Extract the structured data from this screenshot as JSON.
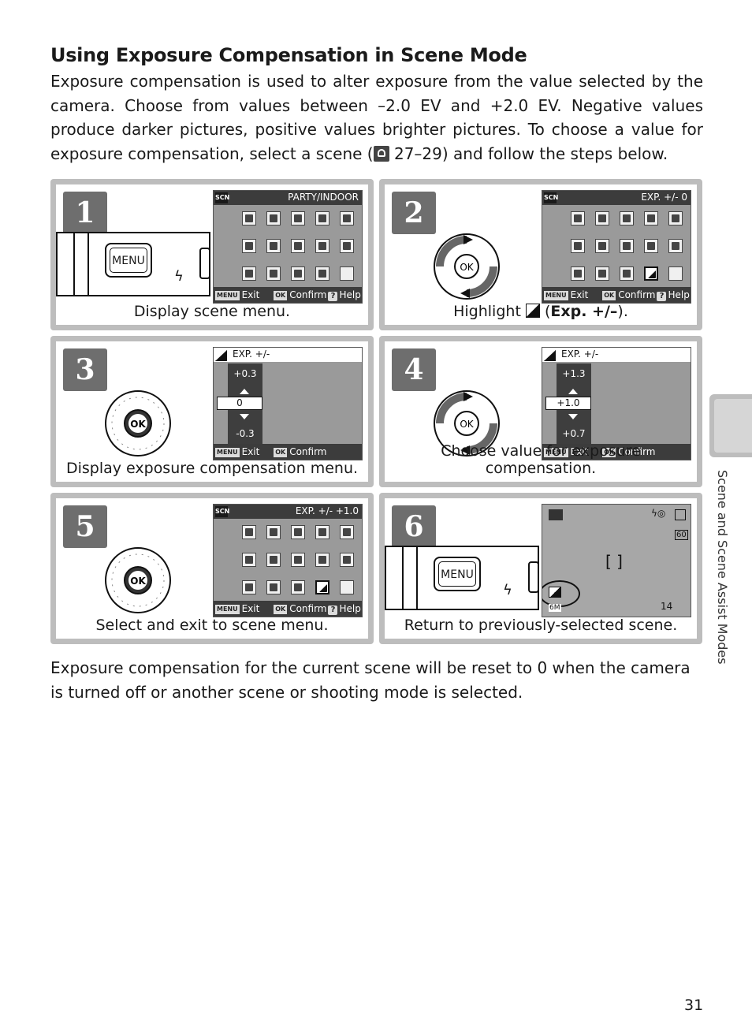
{
  "title": "Using Exposure Compensation in Scene Mode",
  "intro": {
    "text_before_icon": "Exposure compensation is used to alter exposure from the value selected by the camera.  Choose from values between –2.0 EV and +2.0 EV.  Negative values produce darker pictures, positive values brighter pictures.  To choose a value for exposure compensation, select a scene (",
    "text_after_icon": " 27–29) and follow the steps below."
  },
  "steps": [
    {
      "number": "1",
      "caption": "Display scene menu.",
      "screen_label": "PARTY/INDOOR"
    },
    {
      "number": "2",
      "caption_before": "Highlight ",
      "caption_mid": " (",
      "caption_bold": "Exp. +/–",
      "caption_after": ").",
      "screen_label": "EXP. +/-  0"
    },
    {
      "number": "3",
      "caption": "Display exposure compensation menu.",
      "screen_label": "EXP. +/-",
      "values": [
        "+0.3",
        "0",
        "-0.3"
      ]
    },
    {
      "number": "4",
      "caption": "Choose value for exposure compensation.",
      "screen_label": "EXP. +/-",
      "values": [
        "+1.3",
        "+1.0",
        "+0.7"
      ]
    },
    {
      "number": "5",
      "caption": "Select and exit to scene menu.",
      "screen_label": "EXP. +/- +1.0"
    },
    {
      "number": "6",
      "caption": "Return to previously-selected scene.",
      "screen_counter": "14",
      "screen_quality": "6M",
      "screen_size": "60"
    }
  ],
  "screen_common": {
    "scn": "SCN",
    "menu_key": "MENU",
    "exit": "Exit",
    "ok_key": "OK",
    "confirm": "Confirm",
    "help_key": "?",
    "help": "Help",
    "camera_menu_button": "MENU",
    "dial_ok": "OK"
  },
  "outro": "Exposure compensation for the current scene will be reset to 0 when the camera is turned off or another scene or shooting mode is selected.",
  "side_tab_text": "Scene and Scene Assist Modes",
  "page_number": "31"
}
